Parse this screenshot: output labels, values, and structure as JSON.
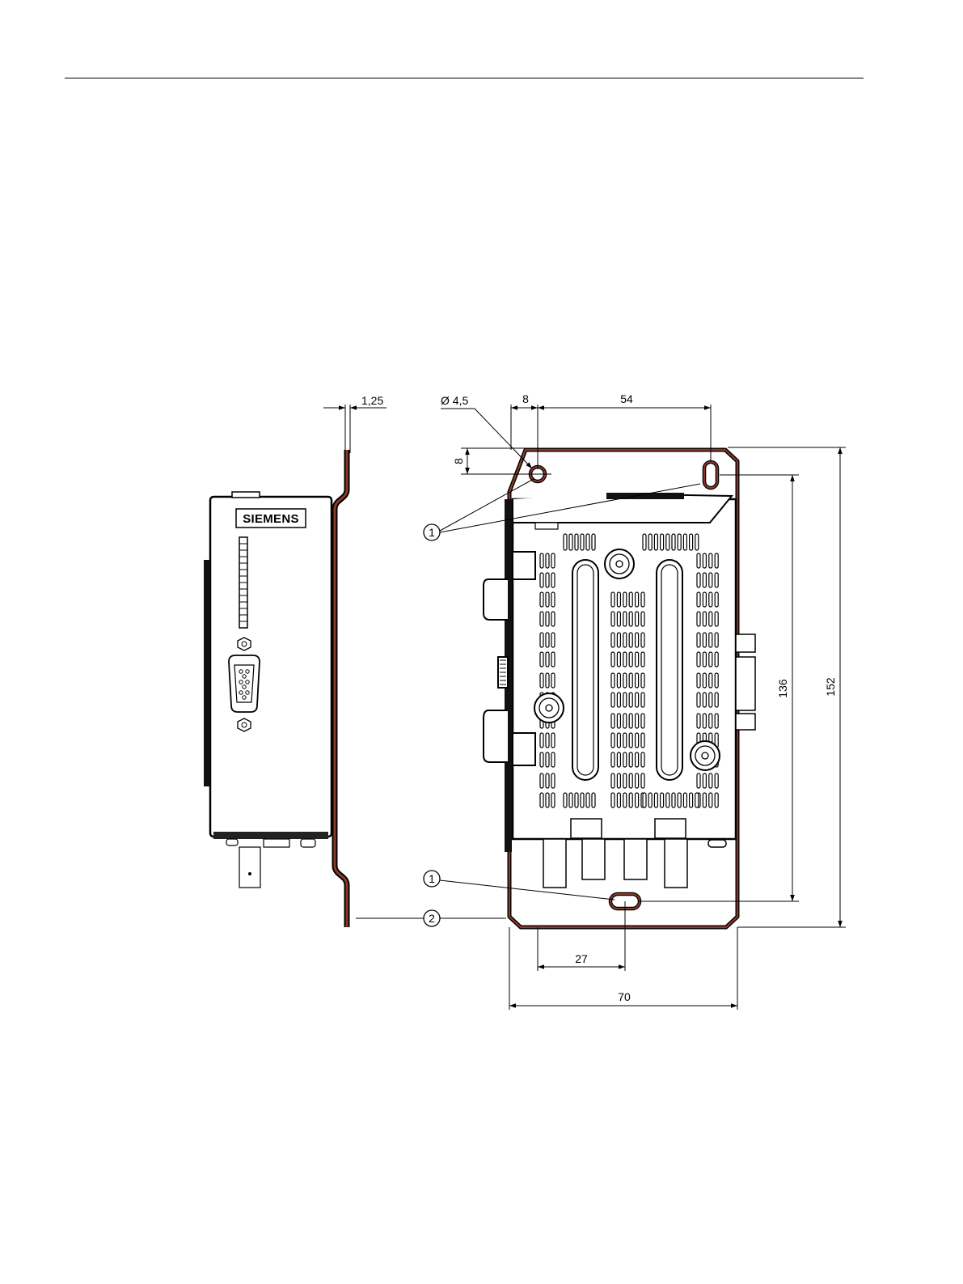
{
  "drawing": {
    "dimensions": {
      "plate_thickness": "1,25",
      "hole_diameter": "Ø 4,5",
      "hole_edge_offset_x": "8",
      "hole_spacing_x": "54",
      "hole_edge_offset_y": "8",
      "hole_spacing_y": "136",
      "overall_height": "152",
      "bottom_hole_offset": "27",
      "overall_width": "70"
    },
    "callouts": [
      "1",
      "1",
      "2"
    ],
    "device_brand": "SIEMENS",
    "plate_color": "#8b3a2a"
  }
}
